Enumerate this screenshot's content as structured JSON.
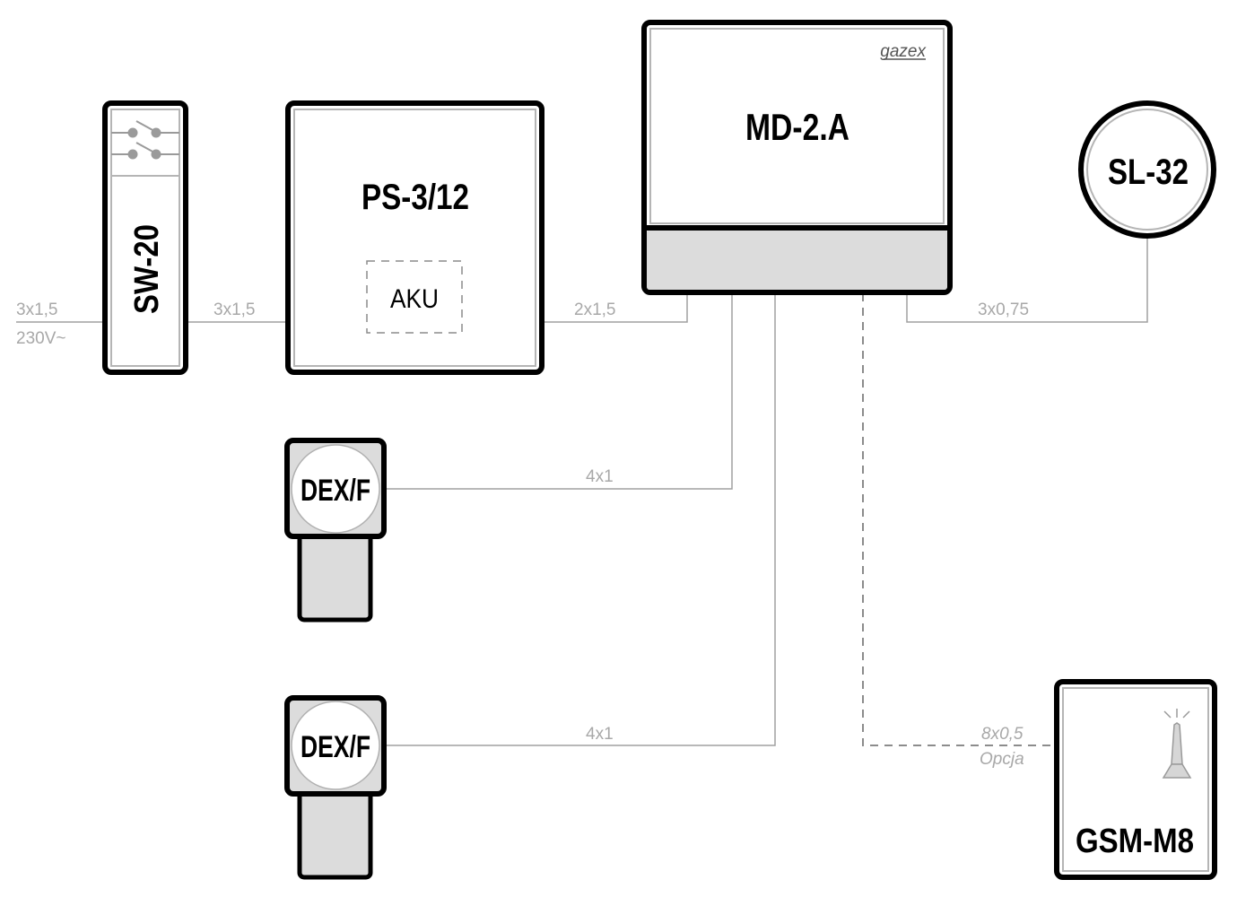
{
  "diagram": {
    "devices": {
      "sw20": {
        "label": "SW-20",
        "icon": "double-switch-icon"
      },
      "ps": {
        "label": "PS-3/12",
        "battery_label": "AKU"
      },
      "md": {
        "label": "MD-2.A",
        "brand": "gazex"
      },
      "sl": {
        "label": "SL-32"
      },
      "dex1": {
        "label": "DEX/F"
      },
      "dex2": {
        "label": "DEX/F"
      },
      "gsm": {
        "label": "GSM-M8",
        "icon": "antenna-icon"
      }
    },
    "cables": {
      "mains_in": {
        "spec": "3x1,5",
        "note": "230V~"
      },
      "sw_to_ps": {
        "spec": "3x1,5"
      },
      "ps_to_md": {
        "spec": "2x1,5"
      },
      "md_to_sl": {
        "spec": "3x0,75"
      },
      "md_to_dex1": {
        "spec": "4x1"
      },
      "md_to_dex2": {
        "spec": "4x1"
      },
      "md_to_gsm": {
        "spec": "8x0,5",
        "note": "Opcja",
        "optional": true
      }
    },
    "colors": {
      "outline": "#000000",
      "wire": "#a0a0a0",
      "label": "#a8a8a8",
      "panel_grey": "#dcdcdc"
    }
  }
}
